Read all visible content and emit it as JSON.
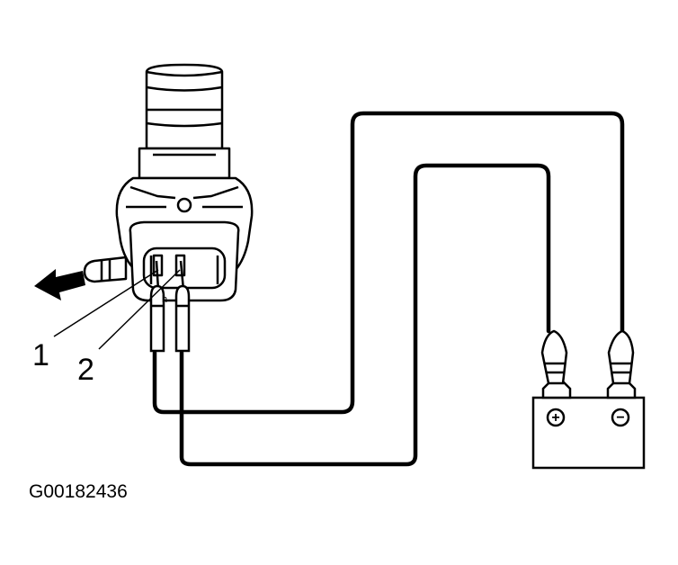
{
  "diagram": {
    "callouts": [
      {
        "number": "1"
      },
      {
        "number": "2"
      }
    ],
    "terminal_symbols": {
      "positive": "+",
      "negative": "−"
    },
    "figure_code": "G00182436",
    "icons": {
      "component": "solenoid-valve-icon",
      "flow_arrow": "arrow-left-icon",
      "battery": "battery-icon",
      "wire": "jumper-wire"
    },
    "colors": {
      "line": "#000000",
      "background": "#ffffff"
    }
  }
}
